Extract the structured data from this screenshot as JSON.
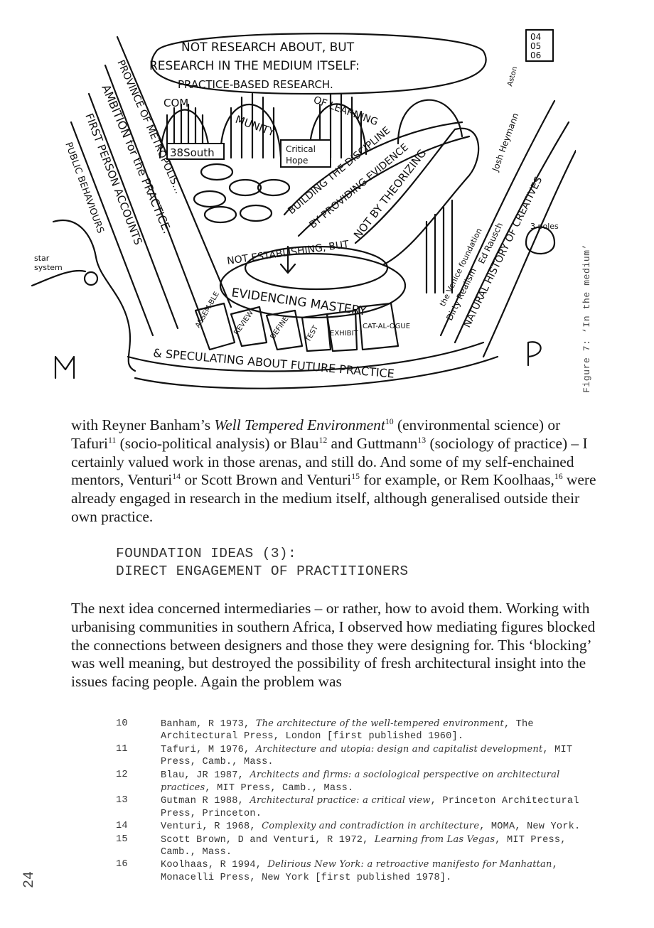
{
  "figure": {
    "caption": "Figure 7: ‘In the medium’",
    "labels": {
      "top_bubble_1": "NOT RESEARCH ABOUT, BUT",
      "top_bubble_2": "RESEARCH IN THE MEDIUM ITSELF:",
      "top_bubble_3": "PRACTICE-BASED RESEARCH.",
      "dates_1": "04",
      "dates_2": "05",
      "dates_3": "06",
      "community_1": "COM",
      "community_2": "MUNITY",
      "community_3": "OF LEARNING",
      "sign_1": "38South",
      "sign_2a": "Critical",
      "sign_2b": "Hope",
      "province": "PROVINCE OF METROPOLIS…",
      "ambition": "AMBITION for the PRACTICE.",
      "first_person": "FIRST PERSON ACCOUNTS",
      "public": "PUBLIC BEHAVIOURS",
      "star_1": "star",
      "star_2": "system",
      "building": "BUILDING THE DISCIPLINE",
      "evidence": "BY PROVIDING EVIDENCE",
      "theorizing": "NOT BY THEORIZING",
      "establishing": "NOT ESTABLISHING, BUT",
      "mastery": "EVIDENCING MASTERY",
      "ring_1": "ASSEM-BLE",
      "ring_2": "REVIEW",
      "ring_3": "DEFINE",
      "ring_4": "TEST",
      "ring_5": "EXHIBIT",
      "ring_6": "CAT-AL-OGUE",
      "speculating": "& SPECULATING ABOUT FUTURE PRACTICE",
      "history": "NATURAL HISTORY OF CREATIVES",
      "rausch": "Ed Rausch",
      "dirty": "Dirty Realism",
      "venice": "the Venice foundation",
      "heymann": "Josh Heymann",
      "aston": "Aston",
      "poles": "3 poles",
      "letter_m": "M",
      "letter_p": "P"
    }
  },
  "para1": {
    "a": "with Reyner Banham’s ",
    "b": "Well Tempered Environment",
    "s10": "10",
    "c": " (environmental science) or Tafuri",
    "s11": "11",
    "d": " (socio-political analysis) or Blau",
    "s12": "12",
    "e": " and Guttmann",
    "s13": "13",
    "f": " (sociology of practice) – I certainly valued work in those arenas, and still do. And some of my self-enchained mentors, Venturi",
    "s14": "14",
    "g": " or Scott Brown and Venturi",
    "s15": "15",
    "h": " for example, or Rem Koolhaas,",
    "s16": "16",
    "i": " were already engaged in research in the medium itself, although generalised outside their own practice."
  },
  "heading": {
    "line1": "FOUNDATION IDEAS (3):",
    "line2": "DIRECT ENGAGEMENT OF PRACTITIONERS"
  },
  "para2": "The next idea concerned intermediaries – or rather, how to avoid them. Working with urbanising communities in southern Africa, I observed how mediating figures blocked the connections between designers and those they were designing for. This ‘blocking’ was well meaning, but destroyed the possibility of fresh architectural insight into the issues facing people. Again the problem was",
  "footnotes": [
    {
      "num": "10",
      "pre": "Banham, R 1973, ",
      "title": "The architecture of the well-tempered environment",
      "post": ", The Architectural Press, London [first published 1960]."
    },
    {
      "num": "11",
      "pre": "Tafuri, M 1976, ",
      "title": "Architecture and utopia: design and capitalist development",
      "post": ", MIT Press, Camb., Mass."
    },
    {
      "num": "12",
      "pre": "Blau, JR 1987, ",
      "title": "Architects and firms: a sociological perspective on architectural practices",
      "post": ", MIT Press, Camb., Mass."
    },
    {
      "num": "13",
      "pre": "Gutman R 1988, ",
      "title": "Architectural practice: a critical view",
      "post": ", Princeton Architectural Press, Princeton."
    },
    {
      "num": "14",
      "pre": "Venturi, R 1968, ",
      "title": "Complexity and contradiction in architecture",
      "post": ", MOMA, New York."
    },
    {
      "num": "15",
      "pre": "Scott Brown, D and Venturi, R 1972, ",
      "title": "Learning from Las Vegas",
      "post": ", MIT Press, Camb., Mass."
    },
    {
      "num": "16",
      "pre": "Koolhaas, R 1994, ",
      "title": "Delirious New York: a retroactive manifesto for Manhattan",
      "post": ", Monacelli Press, New York [first published 1978]."
    }
  ],
  "page_number": "24"
}
